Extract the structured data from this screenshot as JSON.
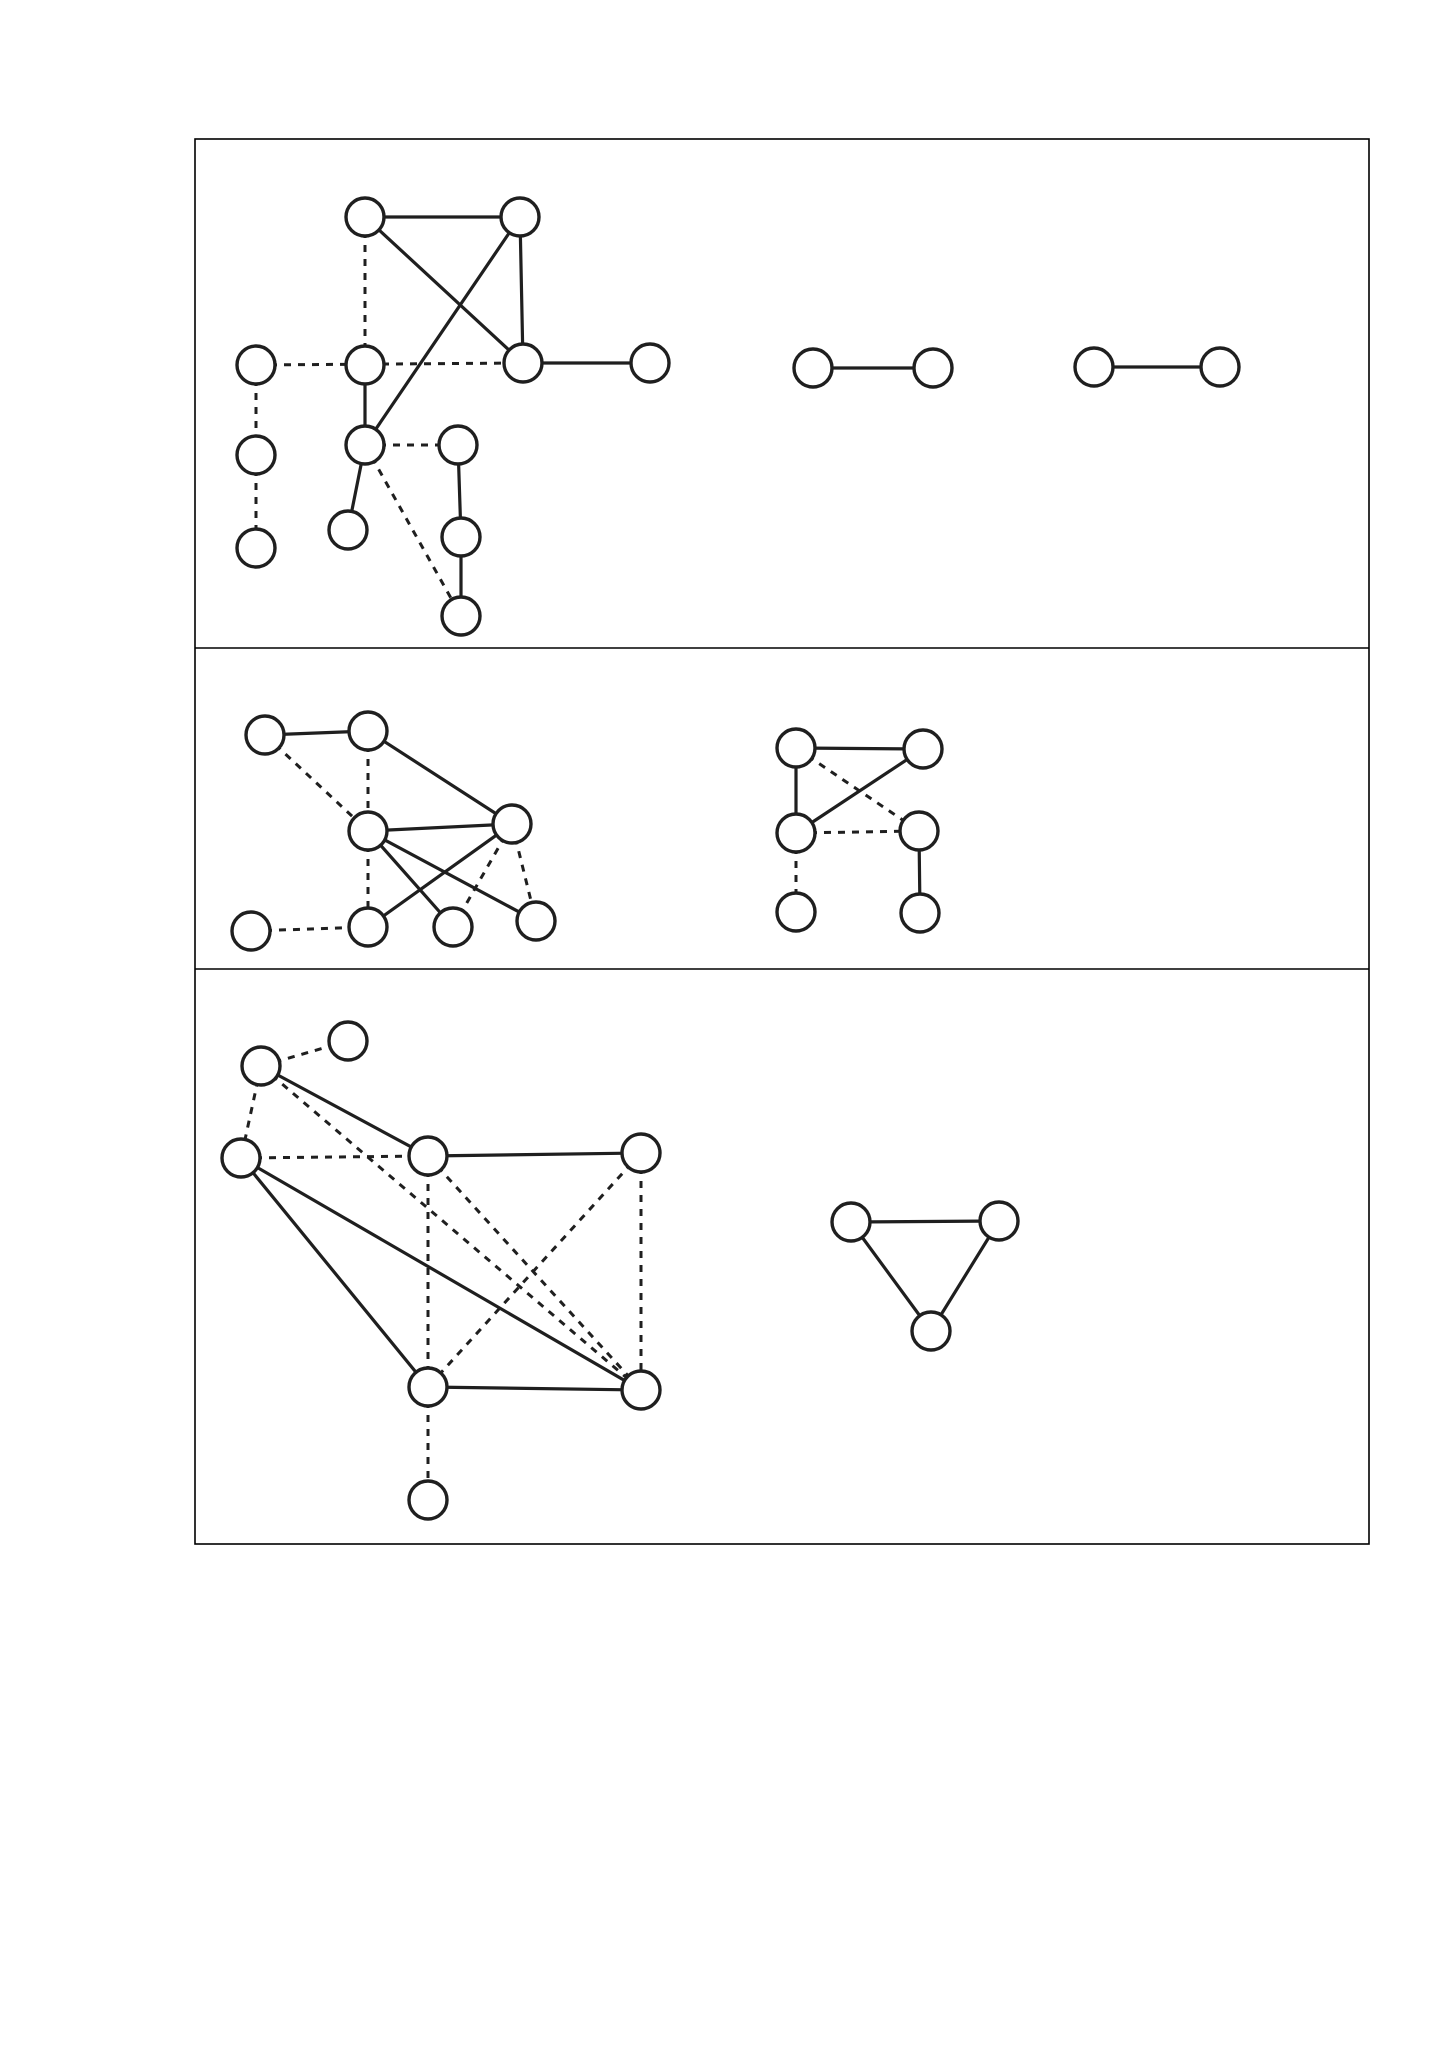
{
  "diagram": {
    "description_visible_text": "",
    "panels": [
      {
        "graphs": [
          {
            "nodes": [
              "a",
              "b",
              "c",
              "d",
              "e",
              "f",
              "g",
              "h",
              "i",
              "j",
              "k",
              "l",
              "m"
            ],
            "edges": [
              {
                "from": "a",
                "to": "b",
                "style": "solid"
              },
              {
                "from": "a",
                "to": "e",
                "style": "solid"
              },
              {
                "from": "b",
                "to": "e",
                "style": "solid"
              },
              {
                "from": "b",
                "to": "g",
                "style": "solid"
              },
              {
                "from": "e",
                "to": "f",
                "style": "solid"
              },
              {
                "from": "d",
                "to": "g",
                "style": "solid"
              },
              {
                "from": "g",
                "to": "j",
                "style": "solid"
              },
              {
                "from": "h",
                "to": "k",
                "style": "solid"
              },
              {
                "from": "k",
                "to": "m",
                "style": "solid"
              },
              {
                "from": "a",
                "to": "d",
                "style": "dashed"
              },
              {
                "from": "c",
                "to": "e",
                "style": "dashed"
              },
              {
                "from": "c",
                "to": "i",
                "style": "dashed"
              },
              {
                "from": "i",
                "to": "l",
                "style": "dashed"
              },
              {
                "from": "g",
                "to": "h",
                "style": "dashed"
              },
              {
                "from": "g",
                "to": "m",
                "style": "dashed"
              }
            ]
          },
          {
            "nodes": [
              "a",
              "b"
            ],
            "edges": [
              {
                "from": "a",
                "to": "b",
                "style": "solid"
              }
            ]
          },
          {
            "nodes": [
              "a",
              "b"
            ],
            "edges": [
              {
                "from": "a",
                "to": "b",
                "style": "solid"
              }
            ]
          }
        ]
      },
      {
        "graphs": [
          {
            "nodes": [
              "a",
              "b",
              "c",
              "d",
              "e",
              "f",
              "g",
              "h"
            ],
            "edges": [
              {
                "from": "a",
                "to": "b",
                "style": "solid"
              },
              {
                "from": "b",
                "to": "d",
                "style": "solid"
              },
              {
                "from": "c",
                "to": "d",
                "style": "solid"
              },
              {
                "from": "c",
                "to": "g",
                "style": "solid"
              },
              {
                "from": "c",
                "to": "h",
                "style": "solid"
              },
              {
                "from": "d",
                "to": "f",
                "style": "solid"
              },
              {
                "from": "a",
                "to": "c",
                "style": "dashed"
              },
              {
                "from": "b",
                "to": "c",
                "style": "dashed"
              },
              {
                "from": "c",
                "to": "f",
                "style": "dashed"
              },
              {
                "from": "e",
                "to": "f",
                "style": "dashed"
              },
              {
                "from": "d",
                "to": "g",
                "style": "dashed"
              },
              {
                "from": "d",
                "to": "h",
                "style": "dashed"
              }
            ]
          },
          {
            "nodes": [
              "a",
              "b",
              "c",
              "d",
              "e",
              "f"
            ],
            "edges": [
              {
                "from": "a",
                "to": "b",
                "style": "solid"
              },
              {
                "from": "a",
                "to": "c",
                "style": "solid"
              },
              {
                "from": "b",
                "to": "c",
                "style": "solid"
              },
              {
                "from": "d",
                "to": "f",
                "style": "solid"
              },
              {
                "from": "a",
                "to": "d",
                "style": "dashed"
              },
              {
                "from": "c",
                "to": "d",
                "style": "dashed"
              },
              {
                "from": "c",
                "to": "e",
                "style": "dashed"
              }
            ]
          }
        ]
      },
      {
        "graphs": [
          {
            "nodes": [
              "a",
              "b",
              "c",
              "d",
              "e",
              "f",
              "g",
              "h"
            ],
            "edges": [
              {
                "from": "a",
                "to": "d",
                "style": "solid"
              },
              {
                "from": "c",
                "to": "f",
                "style": "solid"
              },
              {
                "from": "c",
                "to": "g",
                "style": "solid"
              },
              {
                "from": "d",
                "to": "e",
                "style": "solid"
              },
              {
                "from": "f",
                "to": "g",
                "style": "solid"
              },
              {
                "from": "a",
                "to": "b",
                "style": "dashed"
              },
              {
                "from": "a",
                "to": "c",
                "style": "dashed"
              },
              {
                "from": "a",
                "to": "g",
                "style": "dashed"
              },
              {
                "from": "c",
                "to": "d",
                "style": "dashed"
              },
              {
                "from": "d",
                "to": "f",
                "style": "dashed"
              },
              {
                "from": "d",
                "to": "g",
                "style": "dashed"
              },
              {
                "from": "e",
                "to": "f",
                "style": "dashed"
              },
              {
                "from": "e",
                "to": "g",
                "style": "dashed"
              },
              {
                "from": "f",
                "to": "h",
                "style": "dashed"
              }
            ]
          },
          {
            "nodes": [
              "a",
              "b",
              "c"
            ],
            "edges": [
              {
                "from": "a",
                "to": "b",
                "style": "solid"
              },
              {
                "from": "a",
                "to": "c",
                "style": "solid"
              },
              {
                "from": "b",
                "to": "c",
                "style": "solid"
              }
            ]
          }
        ]
      }
    ]
  }
}
